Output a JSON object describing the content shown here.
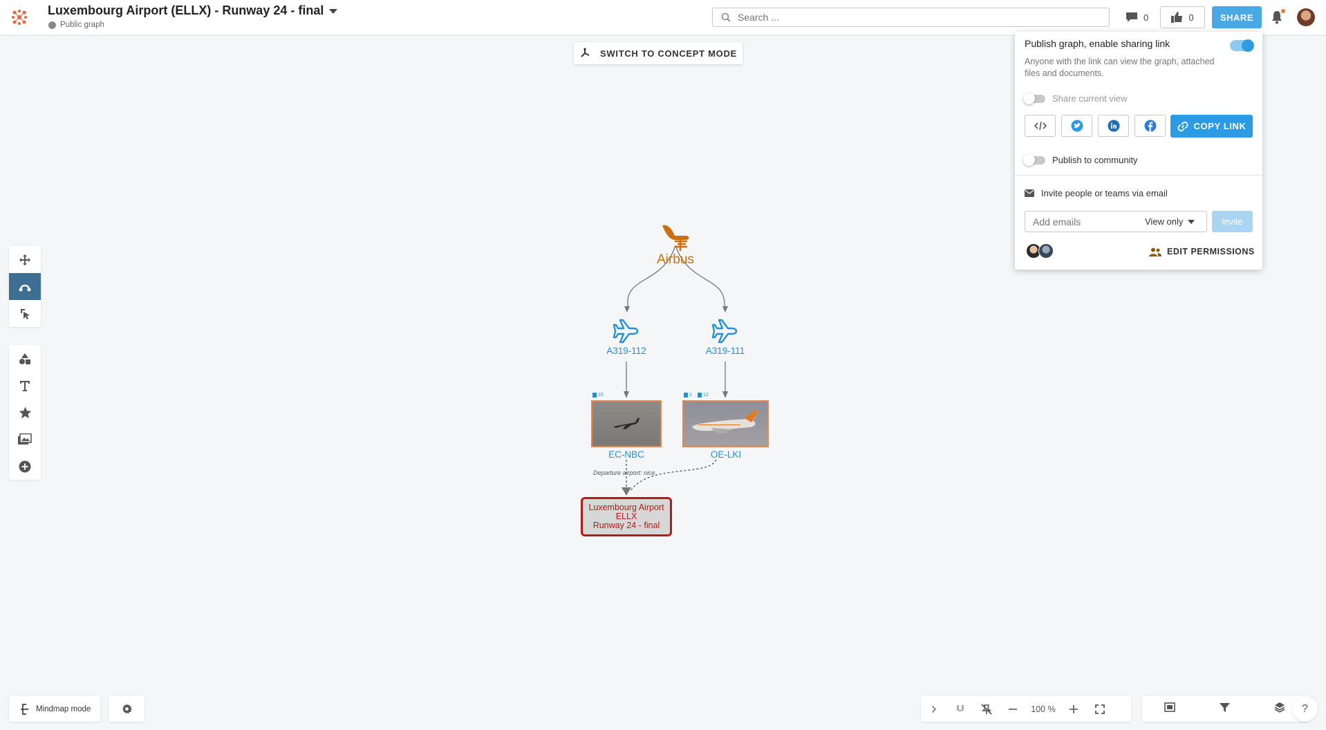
{
  "header": {
    "title": "Luxembourg Airport (ELLX) - Runway 24 - final",
    "visibility": "Public graph",
    "search_placeholder": "Search ...",
    "comments_count": "0",
    "likes_count": "0",
    "share_label": "SHARE"
  },
  "canvas": {
    "concept_mode_label": "SWITCH TO CONCEPT MODE",
    "nodes": {
      "root": "Airbus",
      "model_a": "A319-112",
      "model_b": "A319-111",
      "reg_a": "EC-NBC",
      "reg_b": "OE-LKI",
      "result_line1": "Luxembourg Airport",
      "result_line2": "ELLX",
      "result_line3": "Runway 24 - final",
      "edge_label": "Departure airport: nice"
    },
    "badges": {
      "reg_a_files": "15",
      "reg_b_links": "1",
      "reg_b_files": "12"
    }
  },
  "share_panel": {
    "publish_title": "Publish graph, enable sharing link",
    "publish_desc": "Anyone with the link can view the graph, attached files and documents.",
    "share_current_view": "Share current view",
    "copy_link": "COPY LINK",
    "publish_community": "Publish to community",
    "invite_heading": "Invite people or teams via email",
    "email_placeholder": "Add emails",
    "permission": "View only",
    "invite_button": "Invite",
    "edit_permissions": "EDIT PERMISSIONS"
  },
  "bottom": {
    "mindmap_label": "Mindmap mode",
    "zoom": "100 %",
    "help": "?"
  },
  "colors": {
    "accent": "#4aa9e4",
    "node_blue": "#2490d8",
    "airbus_orange": "#cc6f10",
    "result_red": "#b31a1a",
    "tool_active": "#3e6f93"
  },
  "icons": [
    "app-logo-icon",
    "caret-down-icon",
    "globe-icon",
    "search-icon",
    "comment-icon",
    "thumbs-up-icon",
    "bell-icon",
    "concept-mode-icon",
    "move-icon",
    "connect-icon",
    "select-icon",
    "shapes-icon",
    "text-icon",
    "star-icon",
    "image-icon",
    "add-icon",
    "airbus-icon",
    "plane-icon",
    "embed-icon",
    "twitter-icon",
    "linkedin-icon",
    "facebook-icon",
    "link-icon",
    "envelope-icon",
    "people-icon",
    "mindmap-icon",
    "gear-icon",
    "chevron-right-icon",
    "magnet-icon",
    "pin-off-icon",
    "zoom-out-icon",
    "zoom-in-icon",
    "fullscreen-icon",
    "minimap-icon",
    "filter-icon",
    "layers-icon",
    "help-icon"
  ]
}
